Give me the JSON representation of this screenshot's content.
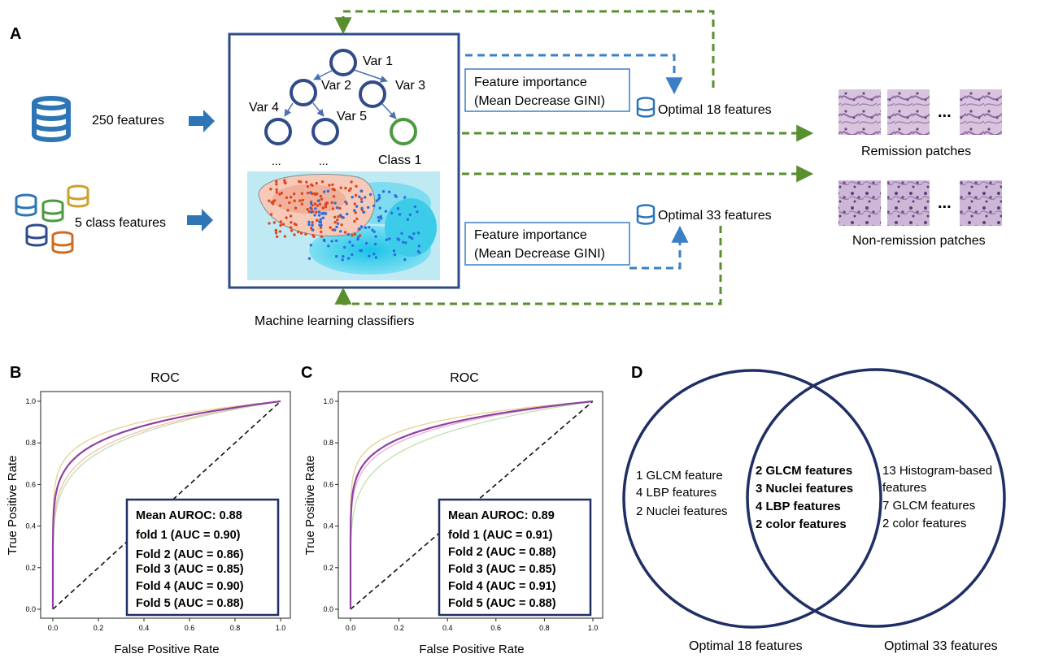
{
  "panels": {
    "a": {
      "letter": "A",
      "features_250": "250 features",
      "class_features": "5 class features",
      "tree": {
        "var1": "Var 1",
        "var2": "Var 2",
        "var3": "Var 3",
        "var4": "Var 4",
        "var5": "Var 5",
        "class1": "Class 1",
        "ellipsis": "..."
      },
      "classifiers_caption": "Machine learning classifiers",
      "importance_top": [
        "Feature importance",
        "(Mean Decrease GINI)"
      ],
      "importance_bottom": [
        "Feature importance",
        "(Mean Decrease GINI)"
      ],
      "optimal_18": "Optimal 18 features",
      "optimal_33": "Optimal 33 features",
      "remission_label": "Remission patches",
      "nonremission_label": "Non-remission patches",
      "patch_ellipsis": "...",
      "colors": {
        "arrow_blue": "#2e75b6",
        "dash_green": "#5a8f2f",
        "frame": "#2f4b8a",
        "dash_blue": "#3b7fc4"
      }
    },
    "b": {
      "letter": "B",
      "legend": [
        "Mean AUROC: 0.88",
        "fold 1 (AUC = 0.90)",
        "Fold 2 (AUC = 0.86)",
        "Fold 3 (AUC = 0.85)",
        "Fold 4 (AUC = 0.90)",
        "Fold 5 (AUC = 0.88)"
      ]
    },
    "c": {
      "letter": "C",
      "legend": [
        "Mean AUROC: 0.89",
        "fold 1 (AUC = 0.91)",
        "Fold 2 (AUC = 0.88)",
        "Fold 3 (AUC = 0.85)",
        "Fold 4 (AUC = 0.91)",
        "Fold 5 (AUC = 0.88)"
      ]
    },
    "d": {
      "letter": "D",
      "left_only": [
        "1 GLCM feature",
        "4 LBP features",
        "2 Nuclei features"
      ],
      "overlap": [
        "2 GLCM features",
        "3 Nuclei features",
        "4 LBP features",
        "2 color features"
      ],
      "right_only": [
        "13 Histogram-based",
        "features",
        "7 GLCM features",
        "2 color features"
      ],
      "left_label": "Optimal 18 features",
      "right_label": "Optimal 33 features",
      "circle_color": "#1f2f66"
    }
  },
  "chart_data": [
    {
      "type": "line",
      "title": "ROC",
      "xlabel": "False Positive Rate",
      "ylabel": "True Positive Rate",
      "xlim": [
        0,
        1
      ],
      "ylim": [
        0,
        1
      ],
      "ticks": [
        "0.0",
        "0.2",
        "0.4",
        "0.6",
        "0.8",
        "1.0"
      ],
      "legend_placement": "bottom-right",
      "series": [
        {
          "name": "fold 1",
          "auc": 0.9,
          "color": "#a6c8ea"
        },
        {
          "name": "Fold 2",
          "auc": 0.86,
          "color": "#f2b8a8"
        },
        {
          "name": "Fold 3",
          "auc": 0.85,
          "color": "#b9dca0"
        },
        {
          "name": "Fold 4",
          "auc": 0.9,
          "color": "#f5d58c"
        },
        {
          "name": "Fold 5",
          "auc": 0.88,
          "color": "#e6b4e0"
        },
        {
          "name": "Mean AUROC",
          "auc": 0.88,
          "color": "#9040a0"
        }
      ]
    },
    {
      "type": "line",
      "title": "ROC",
      "xlabel": "False Positive Rate",
      "ylabel": "True Positive Rate",
      "xlim": [
        0,
        1
      ],
      "ylim": [
        0,
        1
      ],
      "ticks": [
        "0.0",
        "0.2",
        "0.4",
        "0.6",
        "0.8",
        "1.0"
      ],
      "legend_placement": "bottom-right",
      "series": [
        {
          "name": "fold 1",
          "auc": 0.91,
          "color": "#a6c8ea"
        },
        {
          "name": "Fold 2",
          "auc": 0.88,
          "color": "#f2b8a8"
        },
        {
          "name": "Fold 3",
          "auc": 0.85,
          "color": "#b9dca0"
        },
        {
          "name": "Fold 4",
          "auc": 0.91,
          "color": "#f5d58c"
        },
        {
          "name": "Fold 5",
          "auc": 0.88,
          "color": "#e6b4e0"
        },
        {
          "name": "Mean AUROC",
          "auc": 0.89,
          "color": "#9040a0"
        }
      ]
    }
  ]
}
